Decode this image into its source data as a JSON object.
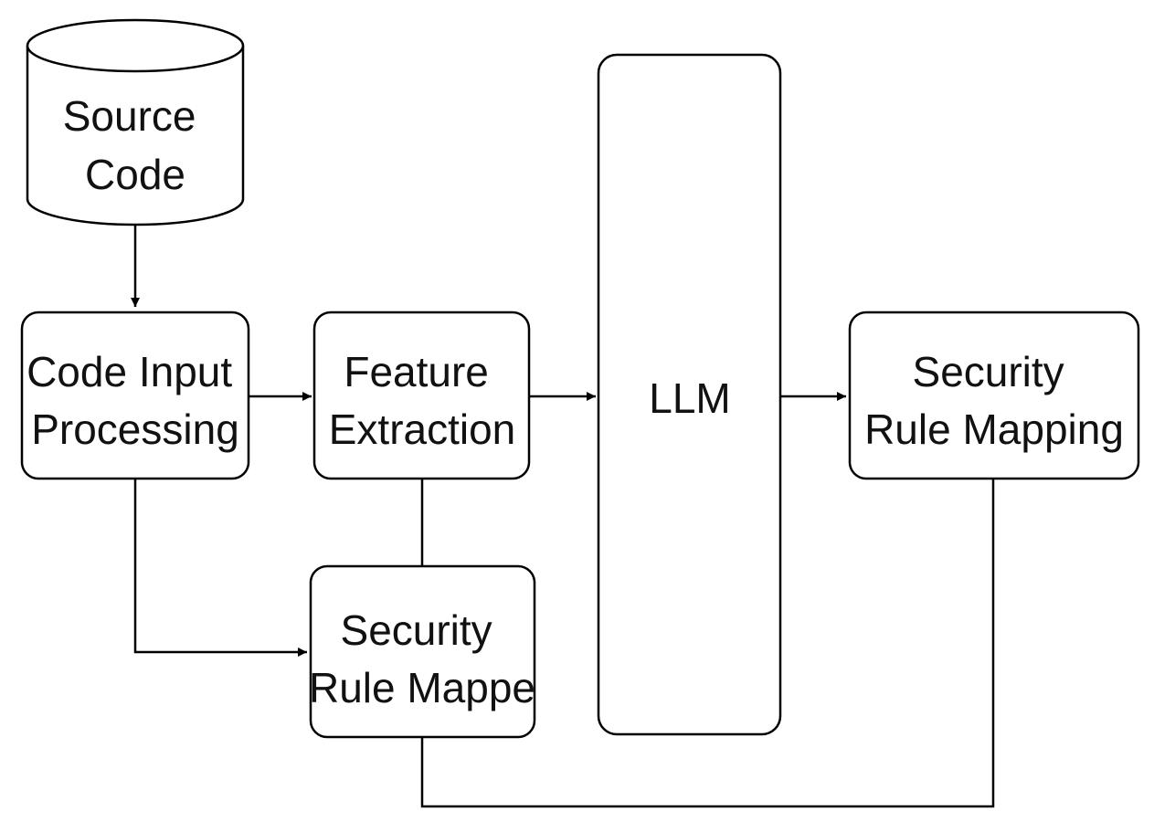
{
  "diagram": {
    "nodes": {
      "source_code": {
        "line1": "Source",
        "line2": "Code"
      },
      "code_input": {
        "line1": "Code Input",
        "line2": "Processing"
      },
      "feature_extraction": {
        "line1": "Feature",
        "line2": "Extraction"
      },
      "llm": {
        "line1": "LLM"
      },
      "security_rule_mapping": {
        "line1": "Security",
        "line2": "Rule Mapping"
      },
      "security_rule_mapper": {
        "line1": "Security",
        "line2": "Rule Mappe"
      }
    }
  }
}
